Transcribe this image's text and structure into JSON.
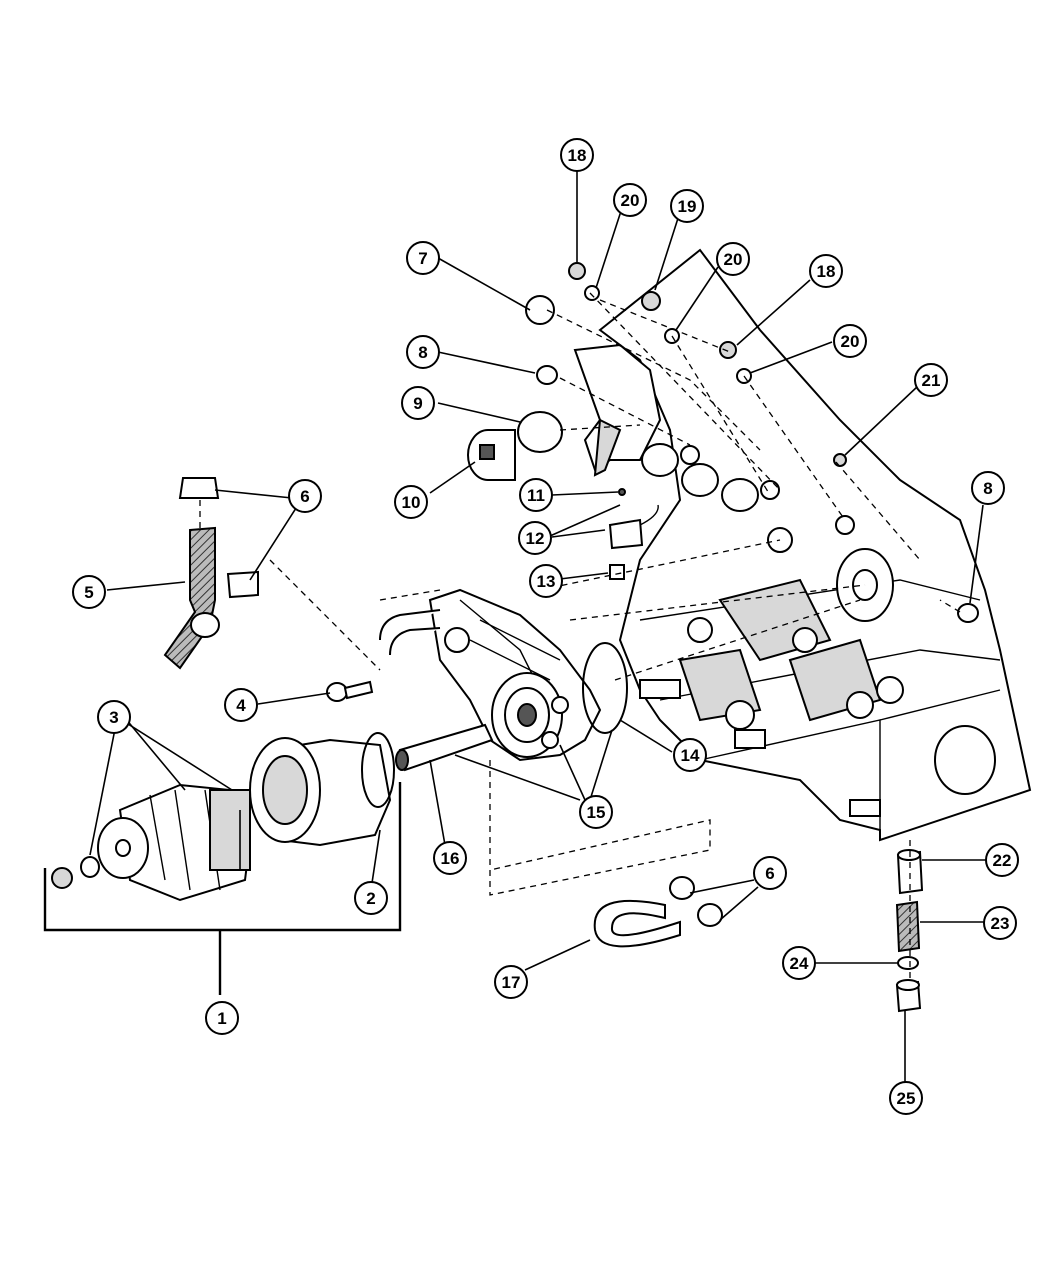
{
  "callouts": [
    {
      "id": "c1",
      "label": "1"
    },
    {
      "id": "c2",
      "label": "2"
    },
    {
      "id": "c3",
      "label": "3"
    },
    {
      "id": "c4",
      "label": "4"
    },
    {
      "id": "c5",
      "label": "5"
    },
    {
      "id": "c6a",
      "label": "6"
    },
    {
      "id": "c6b",
      "label": "6"
    },
    {
      "id": "c7",
      "label": "7"
    },
    {
      "id": "c8a",
      "label": "8"
    },
    {
      "id": "c8b",
      "label": "8"
    },
    {
      "id": "c9",
      "label": "9"
    },
    {
      "id": "c10",
      "label": "10"
    },
    {
      "id": "c11",
      "label": "11"
    },
    {
      "id": "c12",
      "label": "12"
    },
    {
      "id": "c13",
      "label": "13"
    },
    {
      "id": "c14",
      "label": "14"
    },
    {
      "id": "c15",
      "label": "15"
    },
    {
      "id": "c16",
      "label": "16"
    },
    {
      "id": "c17",
      "label": "17"
    },
    {
      "id": "c18a",
      "label": "18"
    },
    {
      "id": "c18b",
      "label": "18"
    },
    {
      "id": "c19",
      "label": "19"
    },
    {
      "id": "c20a",
      "label": "20"
    },
    {
      "id": "c20b",
      "label": "20"
    },
    {
      "id": "c20c",
      "label": "20"
    },
    {
      "id": "c21",
      "label": "21"
    },
    {
      "id": "c22",
      "label": "22"
    },
    {
      "id": "c23",
      "label": "23"
    },
    {
      "id": "c24",
      "label": "24"
    },
    {
      "id": "c25",
      "label": "25"
    }
  ]
}
